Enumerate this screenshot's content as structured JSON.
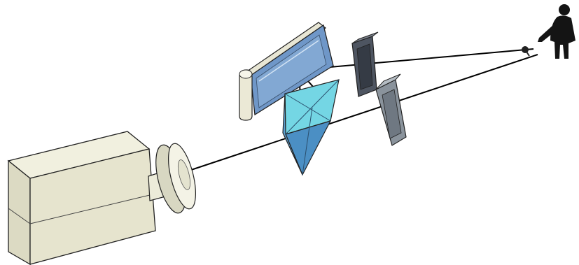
{
  "diagram": {
    "style": "3d optical setup illustration",
    "components": [
      {
        "name": "camera-body",
        "color": "#e9e8d3"
      },
      {
        "name": "lens",
        "color": "#f1f0e2"
      },
      {
        "name": "screen-frame",
        "color": "#e6e4d2"
      },
      {
        "name": "glass-plate",
        "color": "#6f97c8"
      },
      {
        "name": "prism",
        "color": "#5aaed0"
      },
      {
        "name": "dark-filter",
        "color": "#4e5561"
      },
      {
        "name": "gray-filter",
        "color": "#8a939c"
      },
      {
        "name": "person-silhouette",
        "color": "#141414"
      }
    ],
    "beam_color": "#000000",
    "labels": []
  }
}
